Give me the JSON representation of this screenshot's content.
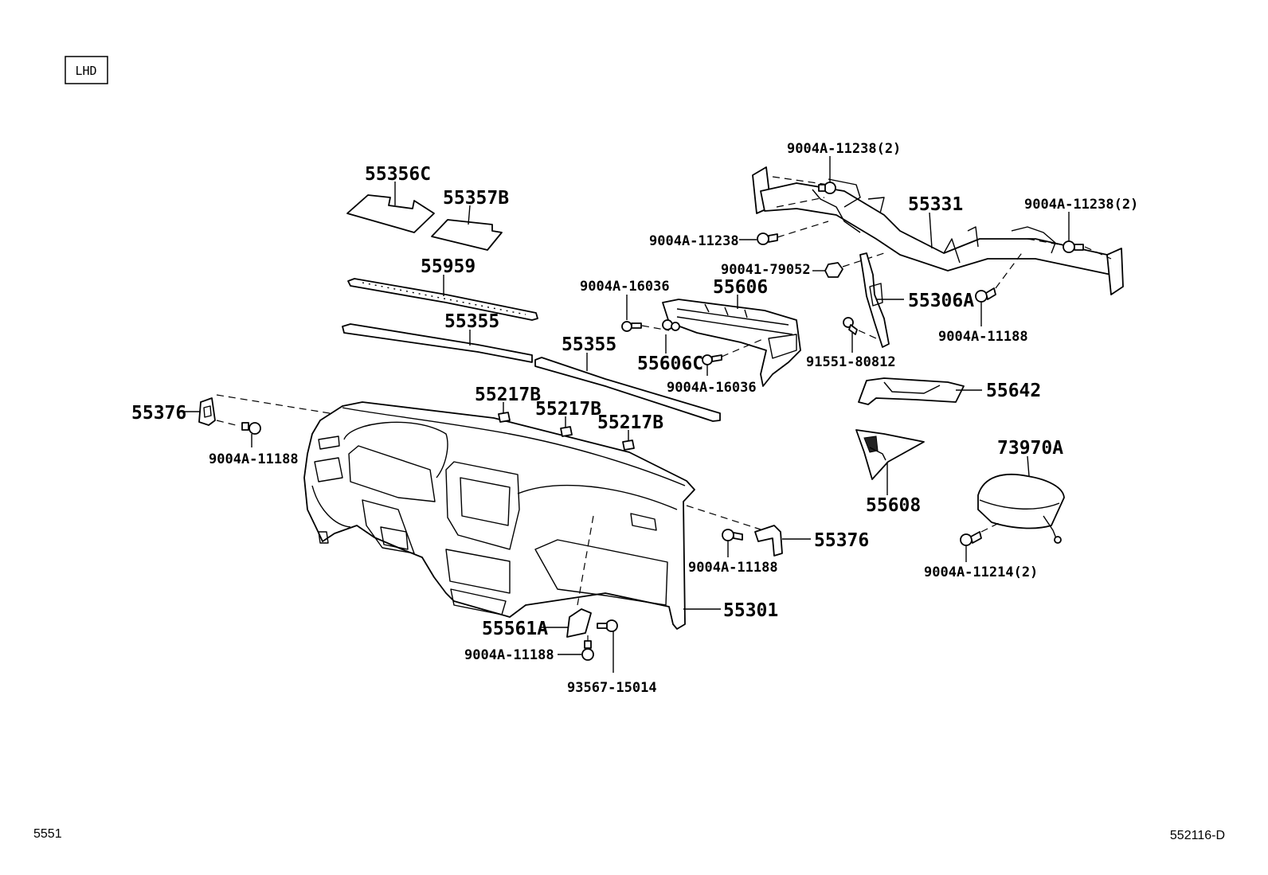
{
  "badge": "LHD",
  "footer": {
    "left": "5551",
    "right": "552116-D"
  },
  "labels": {
    "p55356C": "55356C",
    "p55357B": "55357B",
    "p55959": "55959",
    "p55355a": "55355",
    "p55355b": "55355",
    "p55376a": "55376",
    "p55376b": "55376",
    "p9004A11188a": "9004A-11188",
    "p9004A11188b": "9004A-11188",
    "p9004A11188c": "9004A-11188",
    "p9004A11188d": "9004A-11188",
    "p55217Ba": "55217B",
    "p55217Bb": "55217B",
    "p55217Bc": "55217B",
    "p9004A16036a": "9004A-16036",
    "p9004A16036b": "9004A-16036",
    "p55606": "55606",
    "p55606C": "55606C",
    "p9004A11238a": "9004A-11238(2)",
    "p9004A11238b": "9004A-11238",
    "p9004A11238c": "9004A-11238(2)",
    "p55331": "55331",
    "p9004179052": "90041-79052",
    "p55306A": "55306A",
    "p9155180812": "91551-80812",
    "p55642": "55642",
    "p55608": "55608",
    "p73970A": "73970A",
    "p9004A11214": "9004A-11214(2)",
    "p55301": "55301",
    "p55561A": "55561A",
    "p9356715014": "93567-15014"
  }
}
